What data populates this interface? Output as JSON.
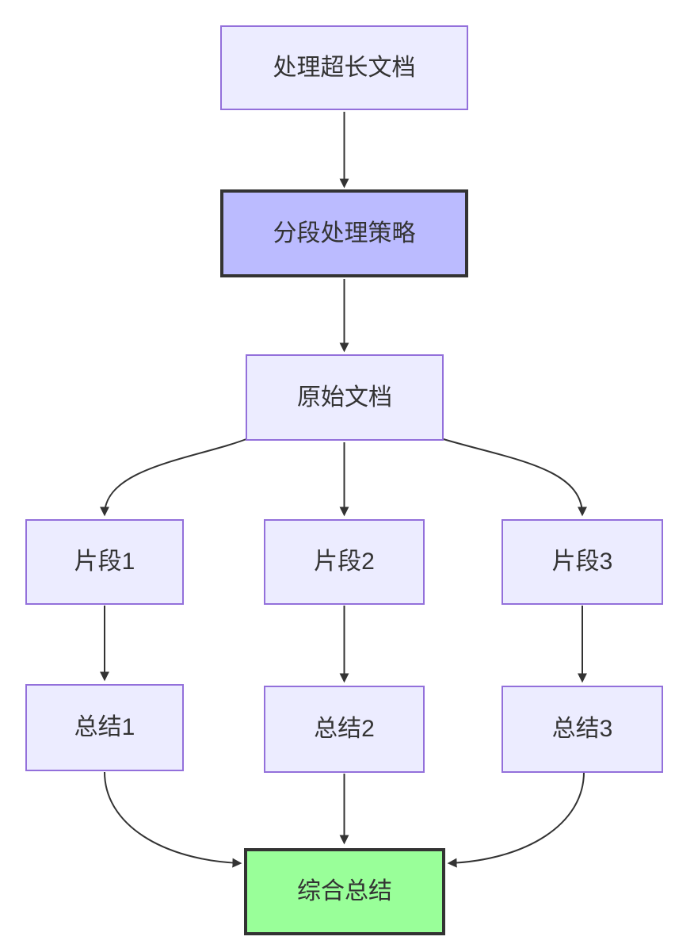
{
  "diagram": {
    "type": "flowchart",
    "direction": "top-down",
    "nodes": [
      {
        "id": "A",
        "label": "处理超长文档",
        "style": "default"
      },
      {
        "id": "B",
        "label": "分段处理策略",
        "style": "emphasis"
      },
      {
        "id": "C",
        "label": "原始文档",
        "style": "default"
      },
      {
        "id": "F1",
        "label": "片段1",
        "style": "default"
      },
      {
        "id": "F2",
        "label": "片段2",
        "style": "default"
      },
      {
        "id": "F3",
        "label": "片段3",
        "style": "default"
      },
      {
        "id": "S1",
        "label": "总结1",
        "style": "default"
      },
      {
        "id": "S2",
        "label": "总结2",
        "style": "default"
      },
      {
        "id": "S3",
        "label": "总结3",
        "style": "default"
      },
      {
        "id": "G",
        "label": "综合总结",
        "style": "success"
      }
    ],
    "edges": [
      {
        "from": "A",
        "to": "B"
      },
      {
        "from": "B",
        "to": "C"
      },
      {
        "from": "C",
        "to": "F1"
      },
      {
        "from": "C",
        "to": "F2"
      },
      {
        "from": "C",
        "to": "F3"
      },
      {
        "from": "F1",
        "to": "S1"
      },
      {
        "from": "F2",
        "to": "S2"
      },
      {
        "from": "F3",
        "to": "S3"
      },
      {
        "from": "S1",
        "to": "G"
      },
      {
        "from": "S2",
        "to": "G"
      },
      {
        "from": "S3",
        "to": "G"
      }
    ],
    "colors": {
      "background": "#ffffff",
      "node_fill": "#ececff",
      "node_border": "#9370db",
      "emphasis_fill": "#bbbbff",
      "emphasis_border": "#333333",
      "success_fill": "#99ff99",
      "success_border": "#333333",
      "edge": "#333333",
      "text": "#333333"
    }
  }
}
